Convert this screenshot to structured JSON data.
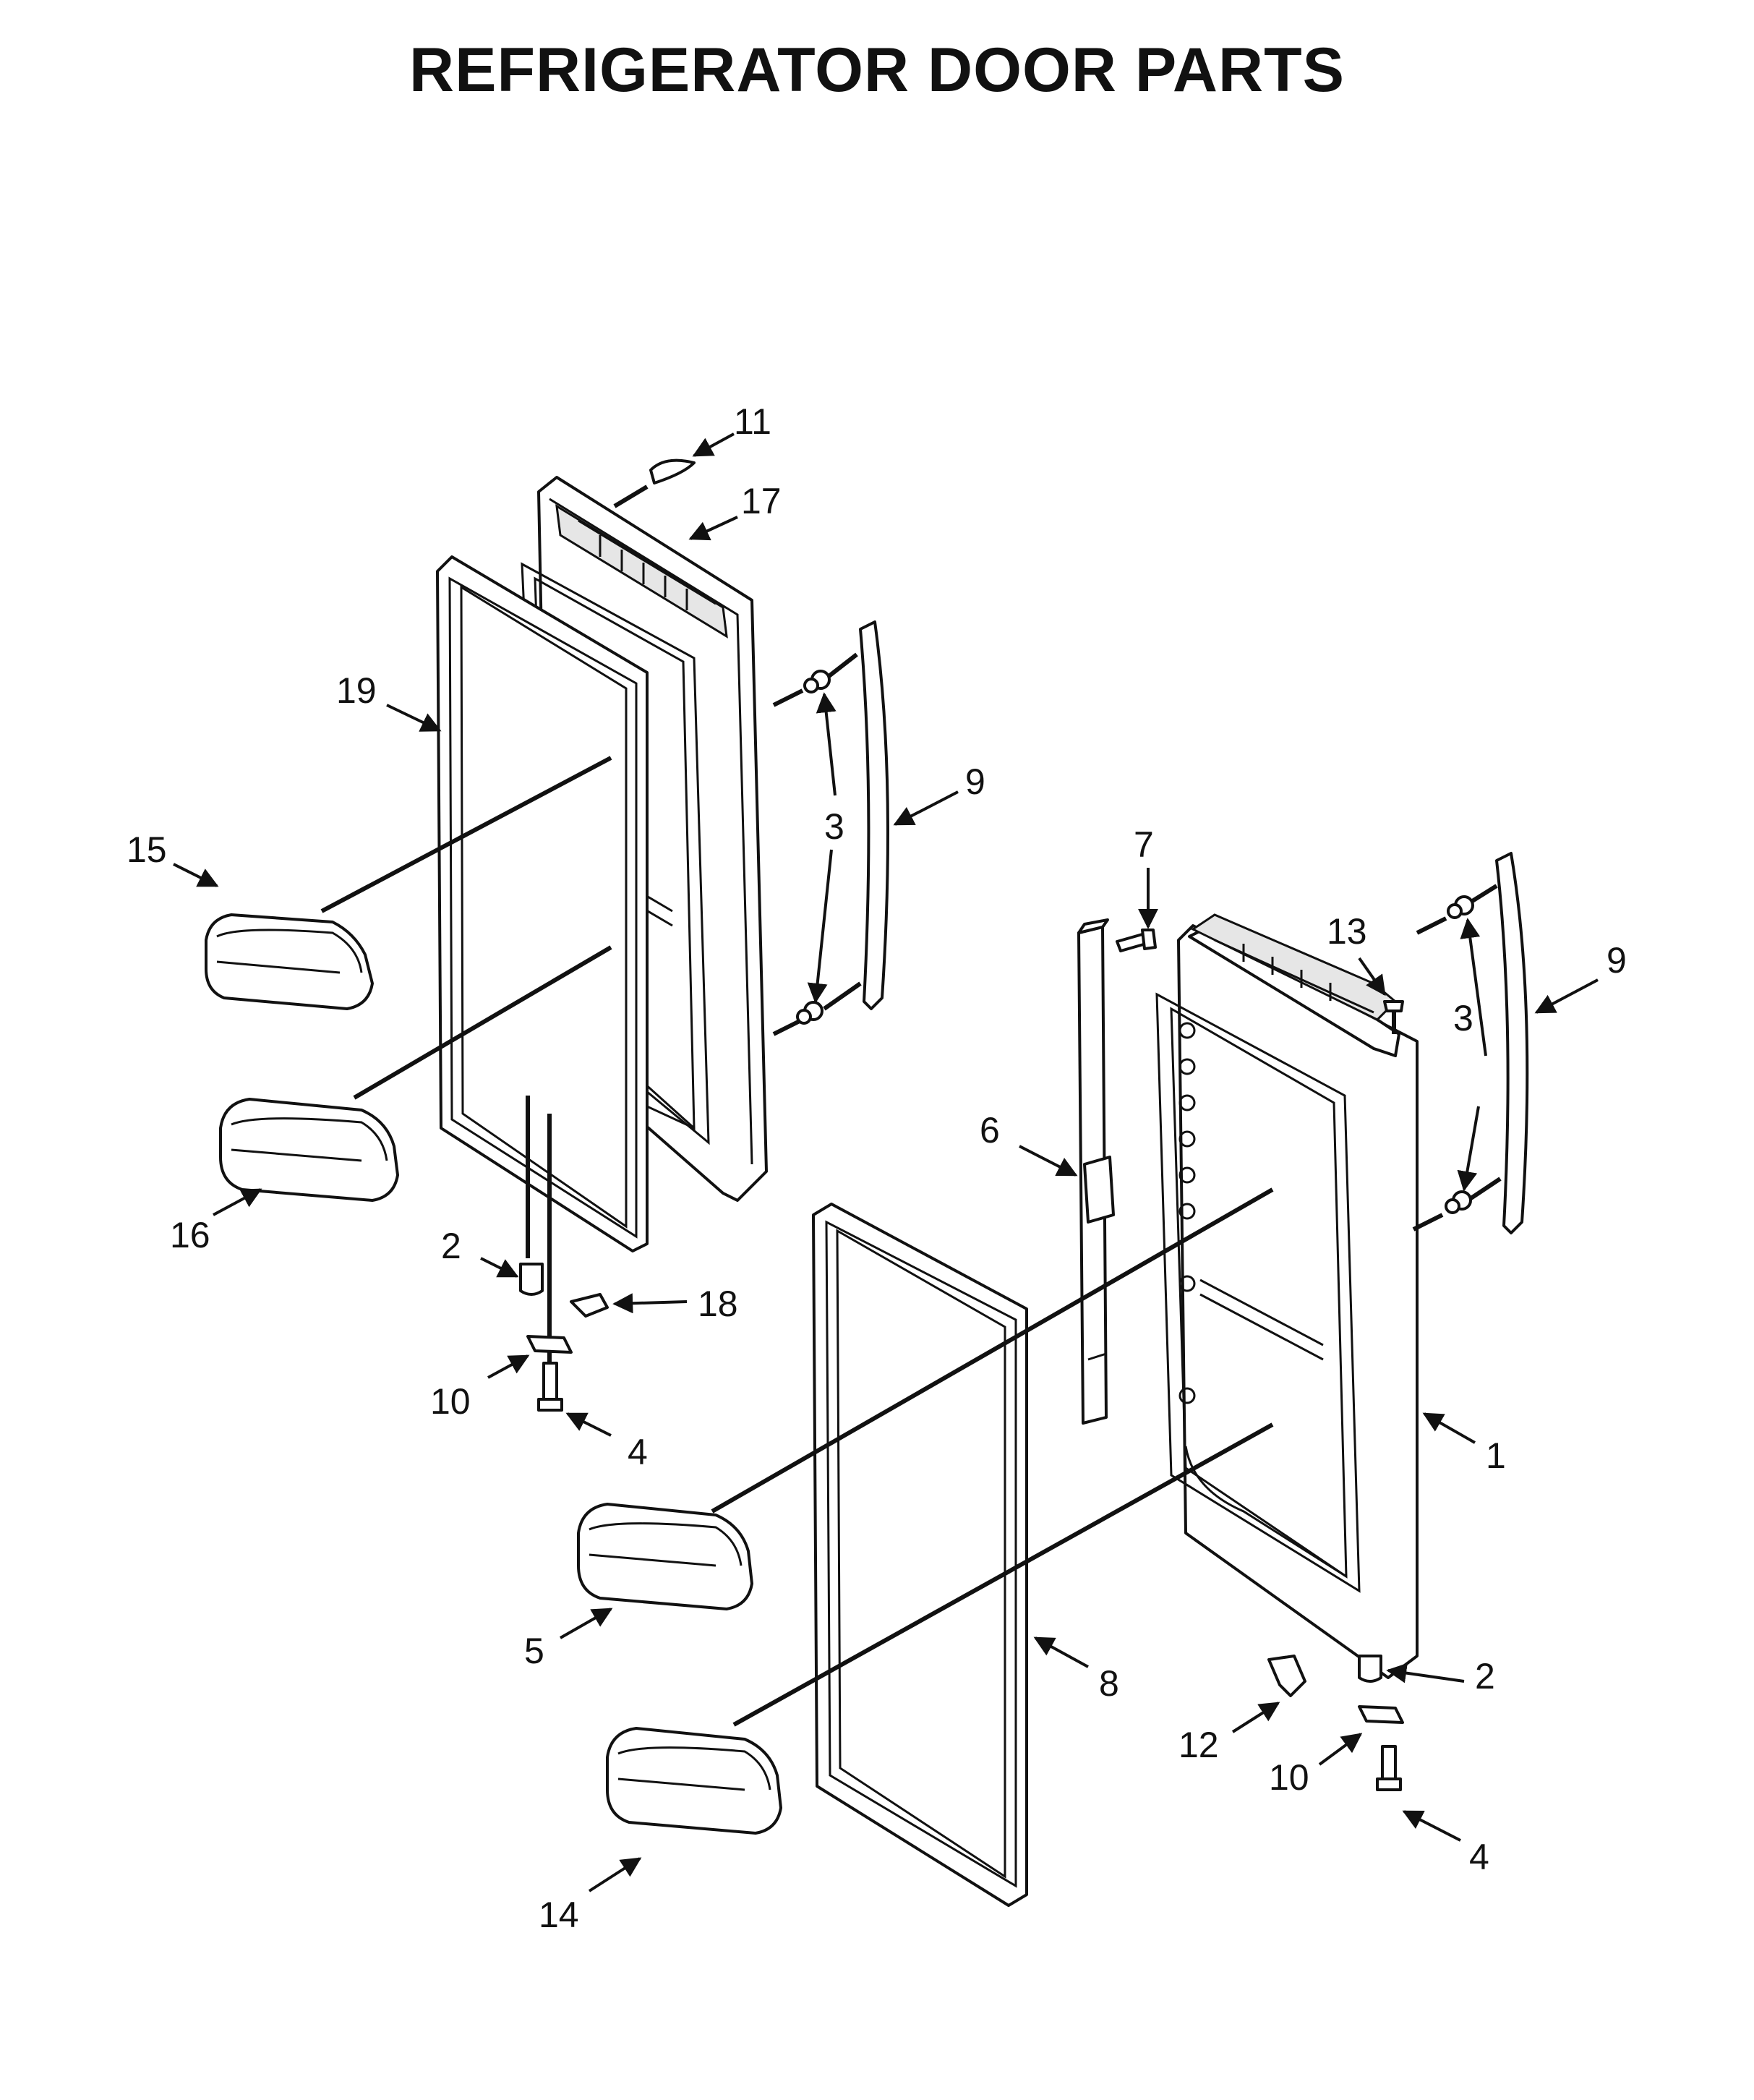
{
  "title": "REFRIGERATOR DOOR PARTS",
  "callouts": {
    "c11": "11",
    "c17": "17",
    "c19": "19",
    "c15": "15",
    "c16": "16",
    "c3_left": "3",
    "c9_left": "9",
    "c2_left": "2",
    "c18": "18",
    "c10_left": "10",
    "c4_left": "4",
    "c7": "7",
    "c13": "13",
    "c9_right": "9",
    "c3_right": "3",
    "c6": "6",
    "c1": "1",
    "c5": "5",
    "c8": "8",
    "c2_right": "2",
    "c12": "12",
    "c10_right": "10",
    "c4_right": "4",
    "c14": "14"
  }
}
